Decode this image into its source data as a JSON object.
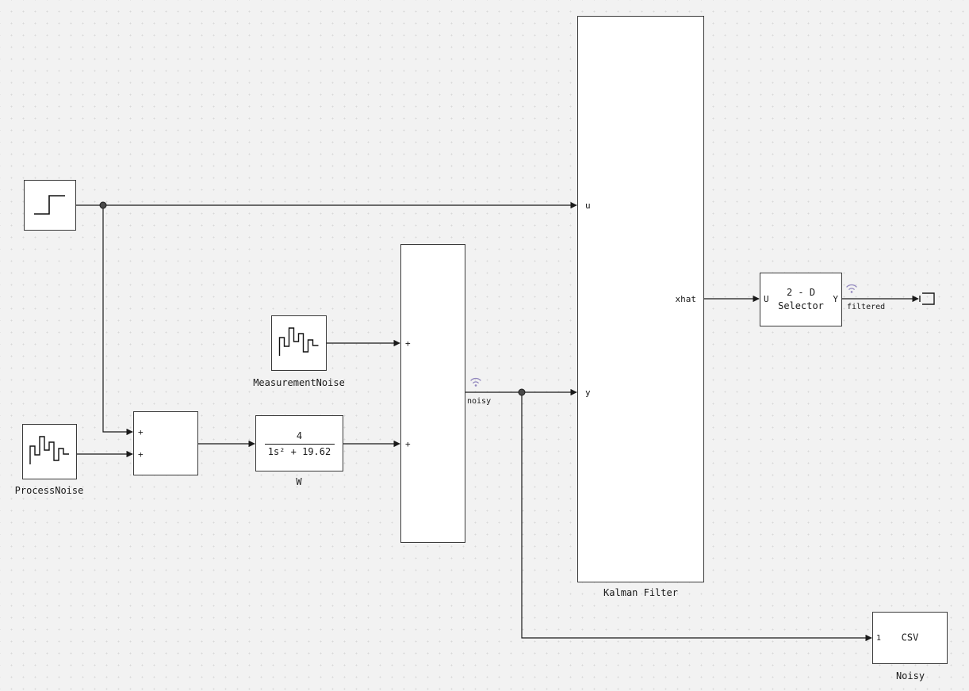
{
  "colors": {
    "background": "#f2f2f2",
    "grid_dot": "#d8d8d8",
    "block_fill": "#ffffff",
    "block_border": "#3a3a3a",
    "wire": "#1a1a1a",
    "logging_badge": "#9186bd"
  },
  "icons": {
    "step": "step-signal-icon",
    "process_noise": "noise-signal-icon",
    "measurement_noise": "noise-signal-icon",
    "noisy_badge": "signal-logging-wifi-icon",
    "filtered_badge": "signal-logging-wifi-icon",
    "output": "terminator-bracket-icon"
  },
  "blocks": {
    "step": {},
    "process_noise": {
      "label": "ProcessNoise"
    },
    "sum_process": {
      "sign_top": "+",
      "sign_bottom": "+"
    },
    "plant": {
      "numerator": "4",
      "denominator": "1s² + 19.62",
      "label": "W"
    },
    "measurement_noise": {
      "label": "MeasurementNoise"
    },
    "sum_noise": {
      "sign_top": "+",
      "sign_bottom": "+"
    },
    "kalman": {
      "label": "Kalman Filter",
      "port_u": "u",
      "port_y": "y",
      "port_xhat": "xhat"
    },
    "selector": {
      "title_line1": "2 - D",
      "title_line2": "Selector",
      "port_in": "U",
      "port_out": "Y"
    },
    "csv": {
      "port": "1",
      "text": "CSV",
      "label": "Noisy"
    }
  },
  "signals": {
    "noisy": {
      "label": "noisy"
    },
    "filtered": {
      "label": "filtered"
    }
  }
}
